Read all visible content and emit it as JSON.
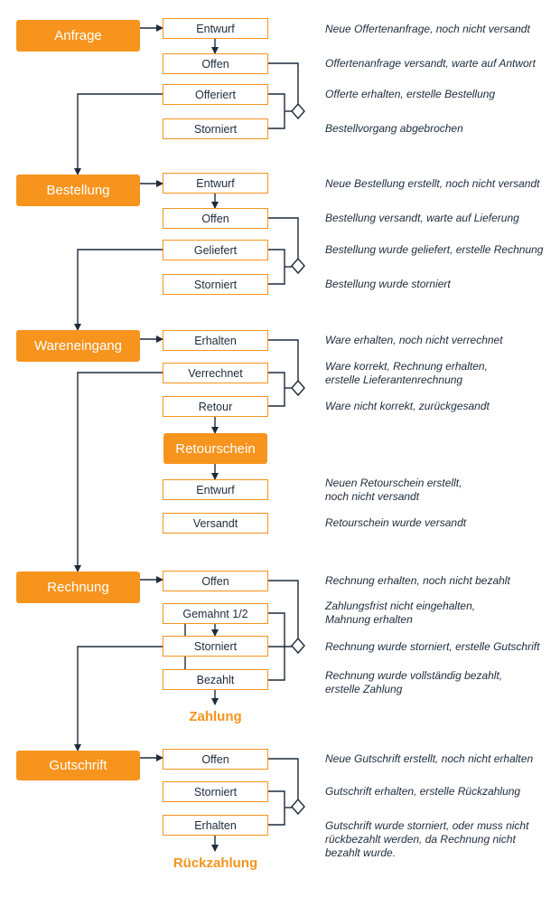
{
  "stages": {
    "anfrage": "Anfrage",
    "bestellung": "Bestellung",
    "wareneingang": "Wareneingang",
    "retourschein": "Retourschein",
    "rechnung": "Rechnung",
    "gutschrift": "Gutschrift"
  },
  "anfrage": {
    "statuses": [
      "Entwurf",
      "Offen",
      "Offeriert",
      "Storniert"
    ],
    "descriptions": [
      "Neue Offertenanfrage, noch nicht versandt",
      "Offertenanfrage versandt, warte auf Antwort",
      "Offerte erhalten, erstelle Bestellung",
      "Bestellvorgang abgebrochen"
    ]
  },
  "bestellung": {
    "statuses": [
      "Entwurf",
      "Offen",
      "Geliefert",
      "Storniert"
    ],
    "descriptions": [
      "Neue Bestellung erstellt, noch nicht versandt",
      "Bestellung versandt, warte auf Lieferung",
      "Bestellung wurde geliefert, erstelle Rechnung",
      "Bestellung wurde storniert"
    ]
  },
  "wareneingang": {
    "statuses": [
      "Erhalten",
      "Verrechnet",
      "Retour"
    ],
    "descriptions": [
      "Ware erhalten, noch nicht verrechnet",
      "Ware korrekt, Rechnung erhalten,",
      "erstelle Lieferantenrechnung",
      "Ware nicht korrekt, zurückgesandt"
    ]
  },
  "retourschein": {
    "statuses": [
      "Entwurf",
      "Versandt"
    ],
    "descriptions": [
      "Neuen Retourschein erstellt,",
      "noch nicht versandt",
      "Retourschein wurde versandt"
    ]
  },
  "rechnung": {
    "statuses": [
      "Offen",
      "Gemahnt 1/2",
      "Storniert",
      "Bezahlt"
    ],
    "descriptions": [
      "Rechnung erhalten, noch nicht bezahlt",
      "Zahlungsfrist nicht eingehalten,",
      "Mahnung erhalten",
      "Rechnung wurde storniert, erstelle Gutschrift",
      "Rechnung wurde vollständig bezahlt,",
      "erstelle Zahlung"
    ],
    "terminal": "Zahlung"
  },
  "gutschrift": {
    "statuses": [
      "Offen",
      "Storniert",
      "Erhalten"
    ],
    "descriptions": [
      "Neue Gutschrift erstellt, noch nicht erhalten",
      "Gutschrift erhalten, erstelle Rückzahlung",
      "Gutschrift wurde storniert, oder muss nicht",
      "rückbezahlt werden, da Rechnung nicht",
      "bezahlt wurde."
    ],
    "terminal": "Rückzahlung"
  },
  "colors": {
    "accent": "#f7941d",
    "line": "#1d2b3a",
    "text": "#1d2b3a"
  }
}
